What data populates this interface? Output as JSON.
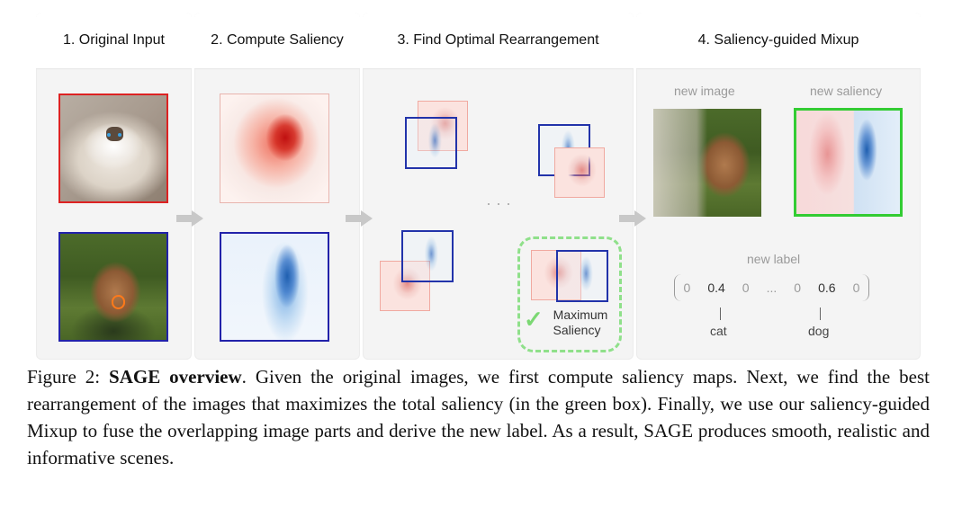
{
  "panels": [
    {
      "title": "1. Original Input"
    },
    {
      "title": "2. Compute Saliency"
    },
    {
      "title": "3. Find Optimal Rearrangement"
    },
    {
      "title": "4. Saliency-guided Mixup"
    }
  ],
  "mixup": {
    "new_image_label": "new image",
    "new_saliency_label": "new saliency",
    "new_label_title": "new label",
    "label_vector": [
      "0",
      "0.4",
      "0",
      "...",
      "0",
      "0.6",
      "0"
    ],
    "class_names": [
      "cat",
      "dog"
    ]
  },
  "rearrangement": {
    "ellipsis": "· · ·",
    "check_icon": "checkmark-icon",
    "best_label_line1": "Maximum",
    "best_label_line2": "Saliency"
  },
  "colors": {
    "cat_border": "#dd2222",
    "dog_border": "#2222aa",
    "best_box": "#8fe08a",
    "new_saliency_border": "#33cc33",
    "arrow": "#c8c8c8"
  },
  "caption": {
    "prefix": "Figure 2: ",
    "bold": "SAGE overview",
    "text": ". Given the original images, we first compute saliency maps. Next, we find the best rearrangement of the images that maximizes the total saliency (in the green box). Finally, we use our saliency-guided Mixup to fuse the overlapping image parts and derive the new label. As a result, SAGE produces smooth, realistic and informative scenes."
  }
}
